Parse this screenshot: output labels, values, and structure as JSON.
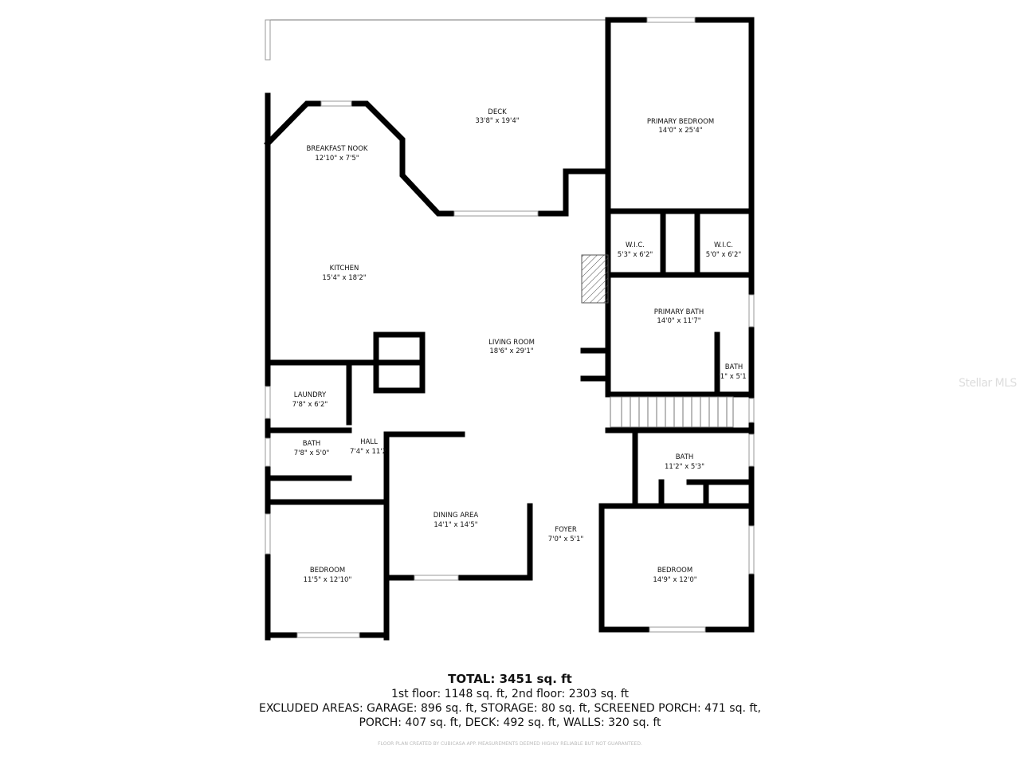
{
  "rooms": {
    "deck": {
      "name": "DECK",
      "size": "33'8\" x 19'4\""
    },
    "primary_bedroom": {
      "name": "PRIMARY BEDROOM",
      "size": "14'0\" x 25'4\""
    },
    "breakfast_nook": {
      "name": "BREAKFAST NOOK",
      "size": "12'10\" x 7'5\""
    },
    "wic1": {
      "name": "W.I.C.",
      "size": "5'3\" x 6'2\""
    },
    "wic2": {
      "name": "W.I.C.",
      "size": "5'0\" x 6'2\""
    },
    "kitchen": {
      "name": "KITCHEN",
      "size": "15'4\" x 18'2\""
    },
    "primary_bath": {
      "name": "PRIMARY BATH",
      "size": "14'0\" x 11'7\""
    },
    "living_room": {
      "name": "LIVING ROOM",
      "size": "18'6\" x 29'1\""
    },
    "bath_small": {
      "name": "BATH",
      "size": "'1\" x 5'1"
    },
    "laundry": {
      "name": "LAUNDRY",
      "size": "7'8\" x 6'2\""
    },
    "bath_left": {
      "name": "BATH",
      "size": "7'8\" x 5'0\""
    },
    "hall": {
      "name": "HALL",
      "size": "7'4\" x 11'2"
    },
    "bath_right": {
      "name": "BATH",
      "size": "11'2\" x 5'3\""
    },
    "dining_area": {
      "name": "DINING AREA",
      "size": "14'1\" x 14'5\""
    },
    "foyer": {
      "name": "FOYER",
      "size": "7'0\" x 5'1\""
    },
    "bedroom_left": {
      "name": "BEDROOM",
      "size": "11'5\" x 12'10\""
    },
    "bedroom_right": {
      "name": "BEDROOM",
      "size": "14'9\" x 12'0\""
    }
  },
  "summary": {
    "total": "TOTAL: 3451 sq. ft",
    "floors": "1st floor: 1148 sq. ft, 2nd floor: 2303 sq. ft",
    "excluded_line1": "EXCLUDED AREAS: GARAGE: 896 sq. ft, STORAGE: 80 sq. ft, SCREENED PORCH: 471 sq. ft,",
    "excluded_line2": "PORCH: 407 sq. ft, DECK: 492 sq. ft, WALLS: 320 sq. ft",
    "credit": "FLOOR PLAN CREATED BY CUBICASA APP. MEASUREMENTS DEEMED HIGHLY RELIABLE BUT NOT GUARANTEED."
  },
  "watermark": "Stellar MLS"
}
